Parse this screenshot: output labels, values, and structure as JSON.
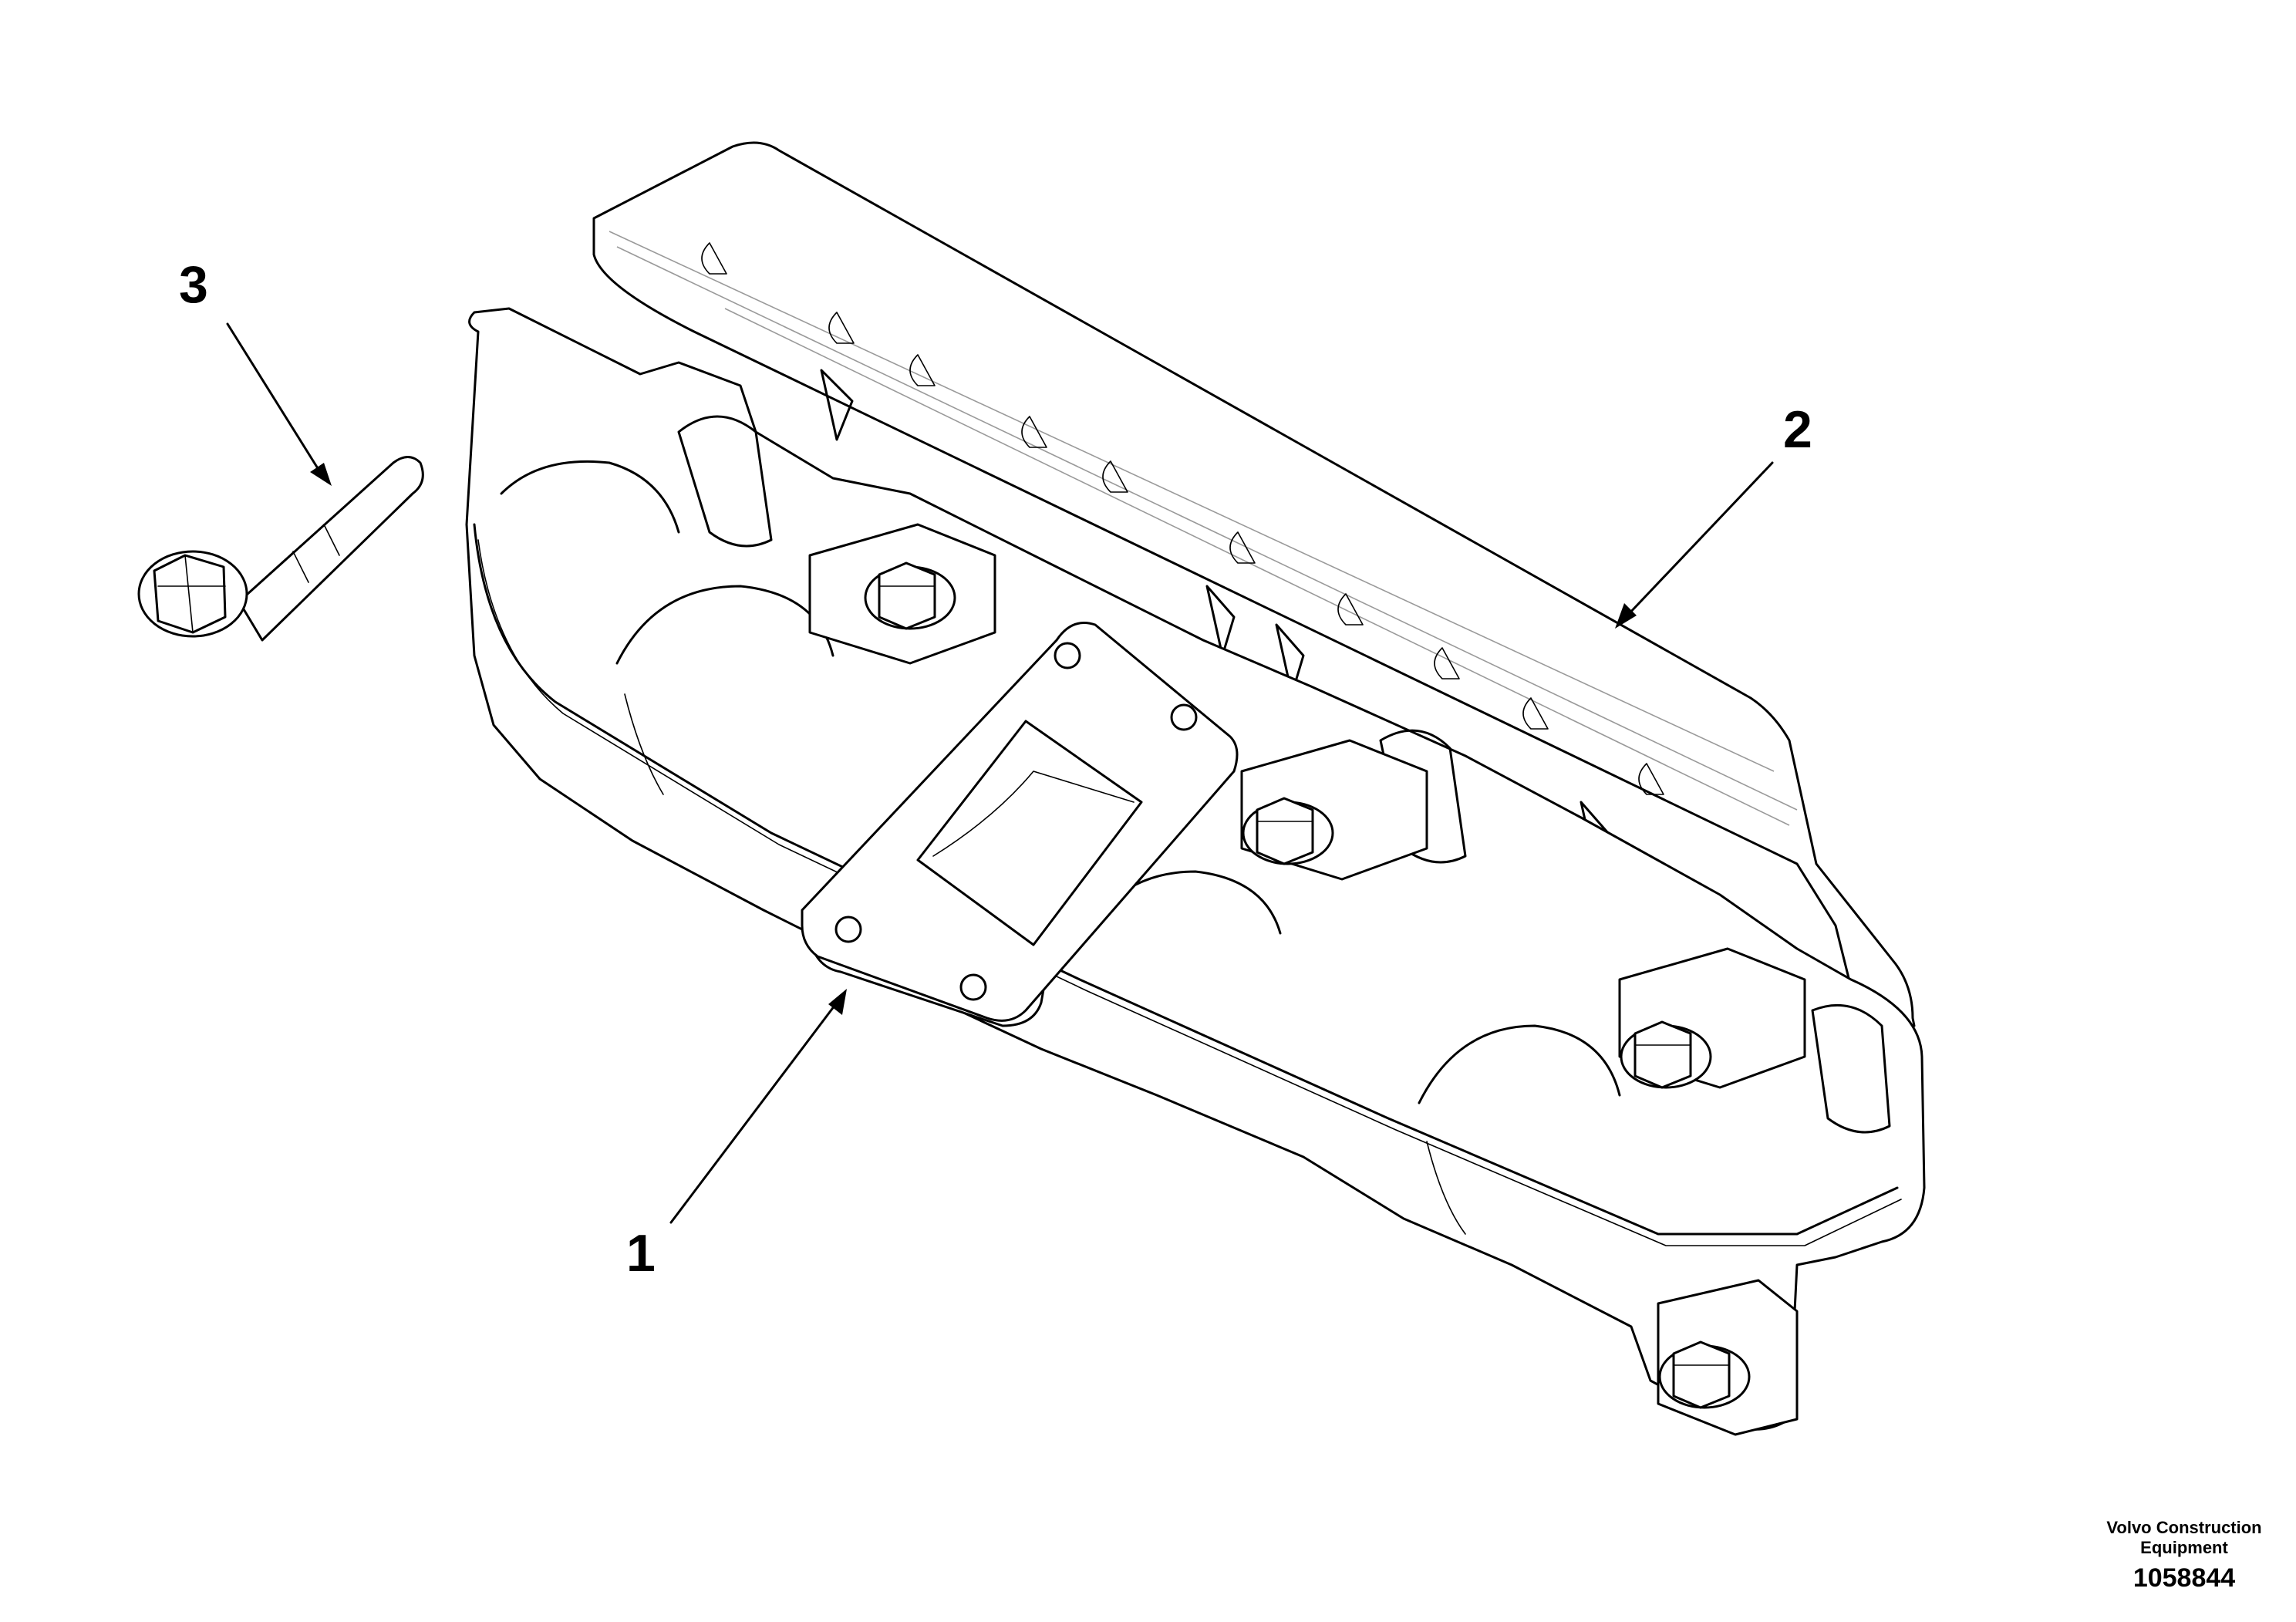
{
  "diagram": {
    "callouts": [
      {
        "id": "bolt",
        "label": "3"
      },
      {
        "id": "heat-shield",
        "label": "2"
      },
      {
        "id": "exhaust-manifold",
        "label": "1"
      }
    ]
  },
  "footer": {
    "company_line1": "Volvo Construction",
    "company_line2": "Equipment",
    "drawing_number": "1058844"
  }
}
